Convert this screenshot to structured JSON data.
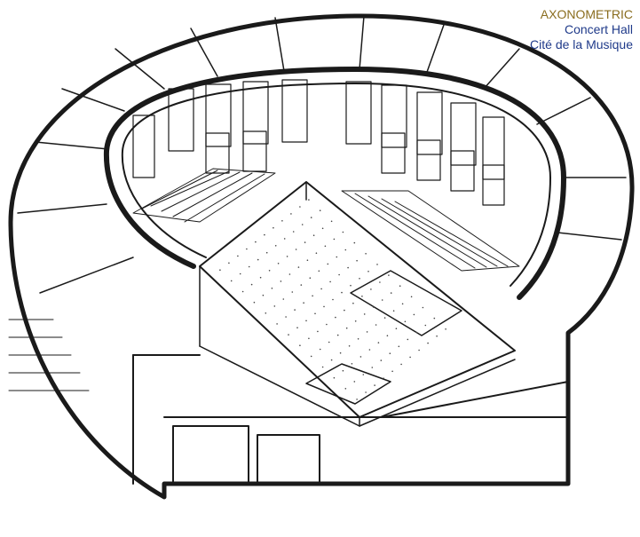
{
  "caption": {
    "line1": "AXONOMETRIC",
    "line2": "Concert Hall",
    "line3": "Cité de la Musique",
    "color_line1": "#8a6d1f",
    "color_other": "#1f3a8a"
  }
}
